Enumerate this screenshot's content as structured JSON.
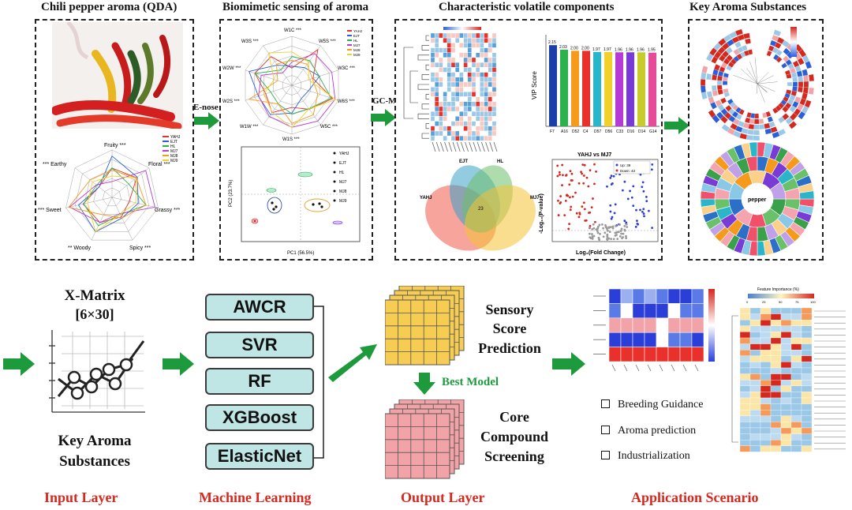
{
  "panels": {
    "p1_title": "Chili pepper aroma (QDA)",
    "p2_title": "Biomimetic sensing of  aroma",
    "p3_title": "Characteristic volatile components",
    "p4_title": "Key Aroma Substances"
  },
  "arrows": {
    "enose": "E-nose",
    "gcms": "GC-MS"
  },
  "radar": {
    "axes": [
      "Fruity ***",
      "Floral ***",
      "Grassy ***",
      "Spicy ***",
      "** Woody",
      "*** Sweet",
      "*** Earthy"
    ],
    "legend": [
      "YAHJ",
      "EJT",
      "HL",
      "MJ7",
      "MJ8",
      "MJ9"
    ]
  },
  "enose": {
    "axes": [
      "W1C ***",
      "W5S ***",
      "W3C ***",
      "W6S ***",
      "W5C ***",
      "W1S ***",
      "W1W ***",
      "W2S ***",
      "W2W ***",
      "W3S ***"
    ],
    "legend": [
      "YAHJ",
      "EJT",
      "HL",
      "MJ7",
      "MJ8",
      "MJ9"
    ],
    "pca_xlabel": "PC1 (56.5%)",
    "pca_ylabel": "PC2 (23.7%)"
  },
  "vip": {
    "ylabel": "VIP Score",
    "values": [
      "2.15",
      "2.03",
      "2.00",
      "2.00",
      "1.97",
      "1.97",
      "1.96",
      "1.96",
      "1.96",
      "1.95"
    ],
    "ticks": [
      "F7",
      "A16",
      "D52",
      "C4",
      "D57",
      "D56",
      "C33",
      "D16",
      "D14",
      "G14"
    ]
  },
  "volcano": {
    "title": "YAHJ vs MJ7",
    "xlabel": "Log₂(Fold Change)",
    "ylabel": "-Log₁₀(P-value)",
    "legend": [
      "Up: 39",
      "Down: 43"
    ]
  },
  "venn": {
    "labels": [
      "YAHJ",
      "EJT",
      "HL",
      "MJ7"
    ],
    "center": "23"
  },
  "sunburst": {
    "center": "pepper"
  },
  "input_layer": {
    "title": "X-Matrix",
    "dims": "[6×30]",
    "subtitle_1": "Key Aroma",
    "subtitle_2": "Substances"
  },
  "models": [
    "AWCR",
    "SVR",
    "RF",
    "XGBoost",
    "ElasticNet"
  ],
  "output_layer": {
    "top_1": "Sensory",
    "top_2": "Score",
    "top_3": "Prediction",
    "best_model": "Best Model",
    "bottom_1": "Core",
    "bottom_2": "Compound",
    "bottom_3": "Screening"
  },
  "application": {
    "items": [
      "Breeding Guidance",
      "Aroma prediction",
      "Industrialization"
    ],
    "fi_title": "Feature Importance (%)",
    "fi_ticks": [
      "0",
      "25",
      "50",
      "75",
      "100"
    ]
  },
  "layers": [
    "Input Layer",
    "Machine Learning",
    "Output Layer",
    "Application Scenario"
  ],
  "colors": {
    "accent_red": "#d5281f",
    "arrow_green": "#1d9b3c",
    "model_box": "#bfe6e4",
    "grid_yellow": "#f6cd52",
    "grid_pink": "#f2a3a8",
    "best_model_green": "#1d9b3c"
  }
}
